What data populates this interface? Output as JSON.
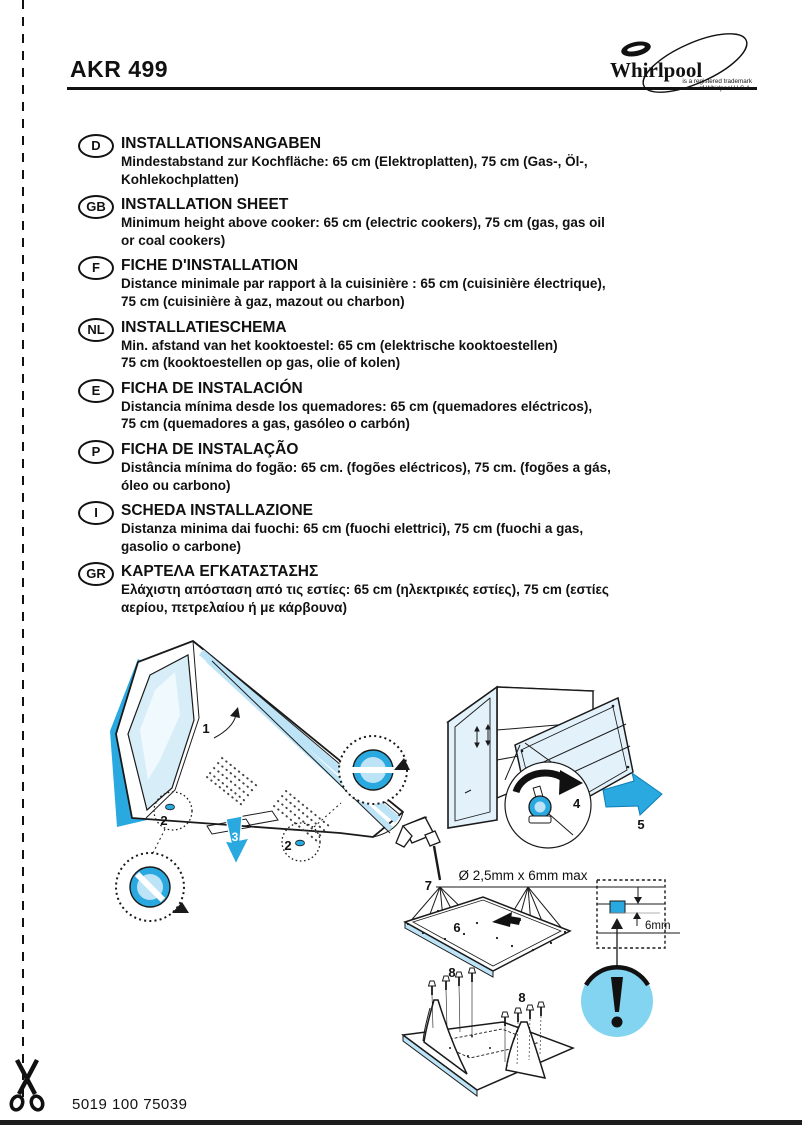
{
  "page": {
    "title": "AKR 499",
    "product_code": "5019 100 75039"
  },
  "logo": {
    "brand": "Whirlpool",
    "trademark_line1": "is a registered trademark",
    "trademark_line2": "of Whirlpool U.S.A."
  },
  "sections": [
    {
      "code": "D",
      "title": "INSTALLATIONSANGABEN",
      "body": "Mindestabstand zur Kochfläche: 65 cm (Elektroplatten), 75 cm (Gas-, Öl-,\nKohlekochplatten)"
    },
    {
      "code": "GB",
      "title": "INSTALLATION SHEET",
      "body": "Minimum height above cooker: 65 cm (electric cookers), 75 cm (gas, gas oil\nor coal cookers)"
    },
    {
      "code": "F",
      "title": "FICHE D'INSTALLATION",
      "body": "Distance minimale par rapport à la cuisinière : 65 cm (cuisinière électrique),\n75 cm (cuisinière à gaz, mazout ou charbon)"
    },
    {
      "code": "NL",
      "title": "INSTALLATIESCHEMA",
      "body": "Min. afstand van het kooktoestel: 65 cm (elektrische kooktoestellen)\n75 cm (kooktoestellen op gas, olie of kolen)"
    },
    {
      "code": "E",
      "title": "FICHA DE INSTALACIÓN",
      "body": "Distancia mínima desde los quemadores: 65 cm (quemadores eléctricos),\n75 cm (quemadores a gas, gasóleo o carbón)"
    },
    {
      "code": "P",
      "title": "FICHA DE INSTALAÇÃO",
      "body": "Distância mínima do fogão: 65 cm. (fogões eléctricos), 75 cm. (fogões a gás,\nóleo ou carbono)"
    },
    {
      "code": "I",
      "title": "SCHEDA INSTALLAZIONE",
      "body": "Distanza minima dai fuochi: 65 cm (fuochi elettrici), 75 cm (fuochi a gas,\ngasolio o carbone)"
    },
    {
      "code": "GR",
      "title": "ΚΑΡΤΕΛΑ ΕΓΚΑΤΑΣΤΑΣΗΣ",
      "body": "Ελάχιστη απόσταση από τις εστίες: 65 cm (ηλεκτρικές εστίες), 75 cm (εστίες\nαερίου, πετρελαίου ή με κάρβουνα)"
    }
  ],
  "diagram": {
    "drill_spec": "Ø 2,5mm x 6mm max",
    "depth_label": "6mm",
    "steps": {
      "s1": "1",
      "s2a": "2",
      "s2b": "2",
      "s3": "3",
      "s4": "4",
      "s5": "5",
      "s6": "6",
      "s7": "7",
      "s8a": "8",
      "s8b": "8"
    },
    "warning_icon": "exclamation-circle",
    "colors": {
      "accent": "#29A9E0",
      "accent_light": "#BCE3F6",
      "panel": "#E2F1FA",
      "glass": "#D7EEF9",
      "warning": "#83D4F0"
    }
  }
}
